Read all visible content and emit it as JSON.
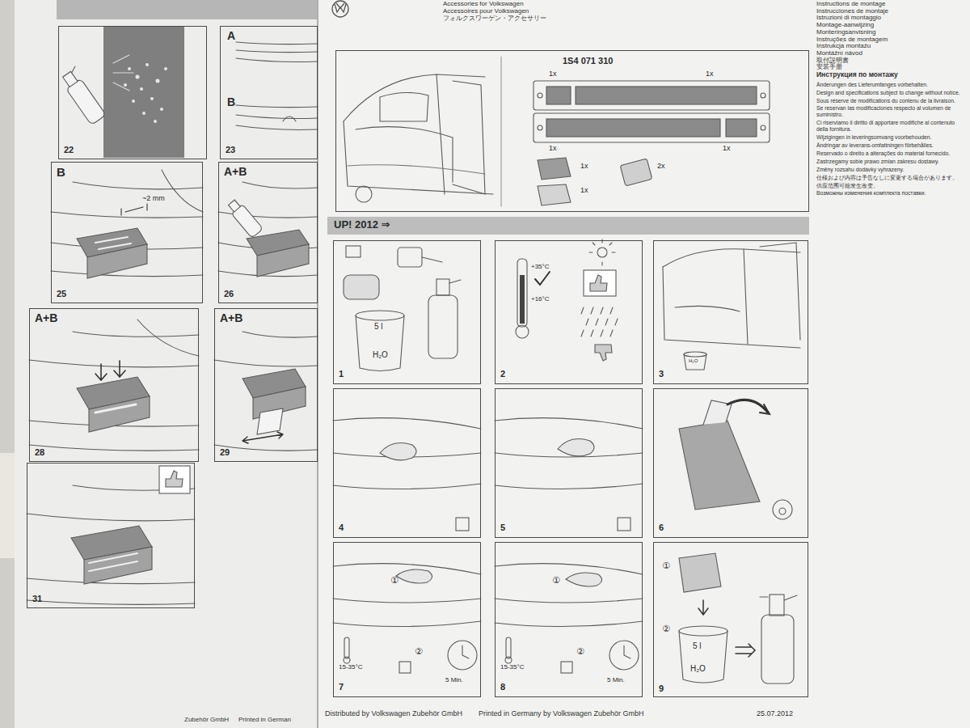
{
  "diagram": {
    "nodes": [
      {
        "text": [
          "22"
        ]
      },
      {
        "text": [
          "A",
          "B",
          "23"
        ]
      },
      {
        "text": [
          "B",
          "~2 mm",
          "25"
        ]
      },
      {
        "text": [
          "A+B",
          "26"
        ]
      },
      {
        "text": [
          "A+B",
          "28"
        ]
      },
      {
        "text": [
          "A+B",
          "29"
        ]
      },
      {
        "text": [
          "31"
        ]
      },
      {
        "text": [
          "1S4 071 310",
          "1x",
          "1x",
          "1x",
          "1x",
          "1x",
          "1x",
          "2x"
        ]
      },
      {
        "text": [
          "UP! 2012 ⇒"
        ]
      },
      {
        "text": [
          "5 l",
          "H₂O",
          "1"
        ]
      },
      {
        "text": [
          "+35°C",
          "+16°C",
          "2"
        ]
      },
      {
        "text": [
          "H₂O",
          "3"
        ]
      },
      {
        "text": [
          "4"
        ]
      },
      {
        "text": [
          "5"
        ]
      },
      {
        "text": [
          "6"
        ]
      },
      {
        "text": [
          "①",
          "15-35°C",
          "②",
          "5 Min.",
          "7"
        ]
      },
      {
        "text": [
          "①",
          "15-35°C",
          "②",
          "5 Min.",
          "8"
        ]
      },
      {
        "text": [
          "①",
          "②",
          "5 l",
          "H₂O",
          "9"
        ]
      }
    ],
    "labels": [
      "Accessories for Volkswagen",
      "Accessoires pour Volkswagen",
      "フォルクスワーゲン・アクセサリー",
      "Instructions de montage",
      "Instrucciones de montaje",
      "Istruzioni di montaggio",
      "Montage-aanwijzing",
      "Monteringsanvisning",
      "Instruções de montagem",
      "Instrukcja montażu",
      "Montážní návod",
      "取付説明書",
      "安装手册",
      "Инструкция по монтажу",
      "Änderungen des Lieferumfanges vorbehalten.",
      "Design and specifications subject to change without notice.",
      "Sous réserve de modifications du contenu de la livraison.",
      "Se reservan las modificaciones respecto al volumen de suministro.",
      "Ci riserviamo il diritto di apportare modifiche al contenuto della fornitura.",
      "Wijzigingen in leveringsomvang voorbehouden.",
      "Ändringar av leverans-omfattningen förbehålles.",
      "Reservado o direito a alterações do material fornecido.",
      "Zastrzegamy sobie prawo zmian zakresu dostawy.",
      "Změny rozsahu dodávky vyhrazeny.",
      "仕様および内容は予告なしに変更する場合があります。",
      "供应范围可能发生改变。",
      "Возможны изменения комплекта поставки.",
      "Distributed by Volkswagen Zubehör GmbH",
      "Printed in Germany by Volkswagen Zubehör GmbH",
      "25.07.2012",
      "Zubehör GmbH",
      "Printed in German"
    ]
  }
}
